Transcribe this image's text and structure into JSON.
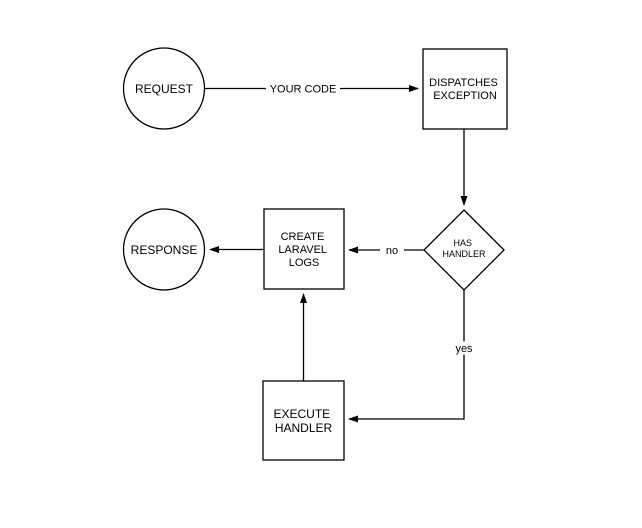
{
  "page": {
    "background": "#ffffff"
  },
  "diagram": {
    "type": "flowchart",
    "colors": {
      "stroke": "#000000",
      "shape_fill": "#ffffff",
      "text": "#000000"
    },
    "nodes": {
      "request": {
        "shape": "circle",
        "label": "REQUEST"
      },
      "dispatches_exception": {
        "shape": "rectangle",
        "line1": "DISPATCHES",
        "line2": "EXCEPTION"
      },
      "has_handler": {
        "shape": "diamond",
        "line1": "HAS",
        "line2": "HANDLER"
      },
      "create_laravel_logs": {
        "shape": "rectangle",
        "line1": "CREATE",
        "line2": "LARAVEL",
        "line3": "LOGS"
      },
      "response": {
        "shape": "circle",
        "label": "RESPONSE"
      },
      "execute_handler": {
        "shape": "rectangle",
        "line1": "EXECUTE",
        "line2": "HANDLER"
      }
    },
    "edges": {
      "request_to_dispatches": {
        "from": "request",
        "to": "dispatches_exception",
        "label": "YOUR CODE"
      },
      "dispatches_to_has_handler": {
        "from": "dispatches_exception",
        "to": "has_handler",
        "label": ""
      },
      "has_handler_no": {
        "from": "has_handler",
        "to": "create_laravel_logs",
        "label": "no"
      },
      "create_logs_to_response": {
        "from": "create_laravel_logs",
        "to": "response",
        "label": ""
      },
      "has_handler_yes": {
        "from": "has_handler",
        "to": "execute_handler",
        "label": "yes"
      },
      "execute_to_create_logs": {
        "from": "execute_handler",
        "to": "create_laravel_logs",
        "label": ""
      }
    }
  }
}
